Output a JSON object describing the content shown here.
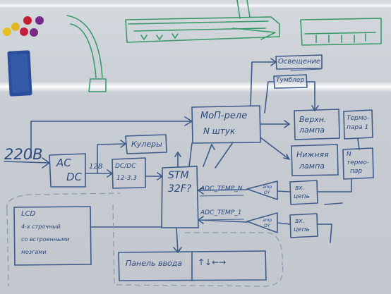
{
  "diagram": {
    "labels": {
      "input_voltage": "220В",
      "acdc": [
        "AC",
        "DC"
      ],
      "rail_12v": "12В",
      "dcdc": [
        "DC/DC",
        "12-3.3"
      ],
      "coolers": "Кулеры",
      "mcu": [
        "STM",
        "32F?"
      ],
      "relay": [
        "МоП-реле",
        "N штук"
      ],
      "lighting": "Освещение",
      "toggle": "Тумблер",
      "top_lamp": [
        "Верхн.",
        "лампа"
      ],
      "bottom_lamp": [
        "Нижняя",
        "лампа"
      ],
      "thermocouple_1": [
        "Термо-",
        "пара 1"
      ],
      "thermocouple_n": [
        "N",
        "термо-",
        "пар"
      ],
      "adc_temp_n": "ADC_TEMP_N",
      "adc_temp_1": "ADC_TEMP_1",
      "input_circuit_1": [
        "вх.",
        "цепь"
      ],
      "input_circuit_2": [
        "вх.",
        "цепь"
      ],
      "amp_1": [
        "amp",
        "OY"
      ],
      "amp_2": [
        "amp",
        "OY"
      ],
      "lcd": [
        "LCD",
        "4-х строчный",
        "со встроенными",
        "мозгами"
      ],
      "input_panel": "Панель ввода",
      "panel_arrows": "↑↓←→"
    }
  }
}
